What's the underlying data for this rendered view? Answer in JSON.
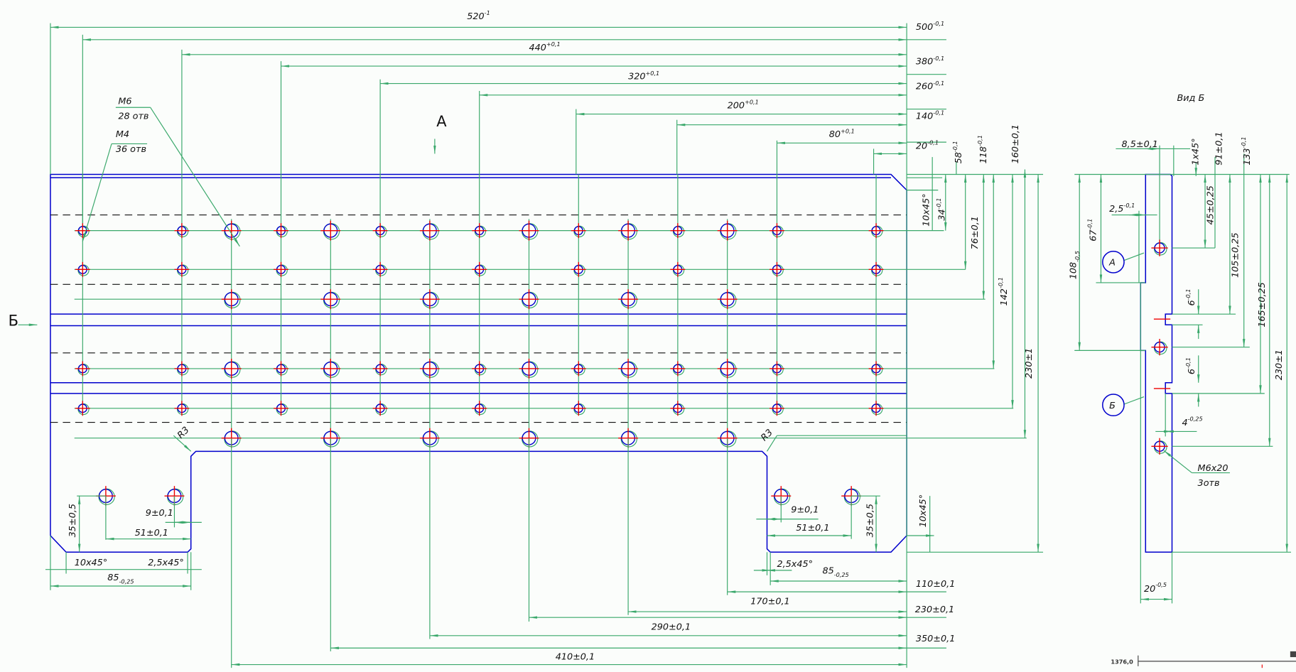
{
  "view_labels": {
    "section_a": "А",
    "view_b_arrow": "Б",
    "view_b_title": "Вид Б"
  },
  "callouts": {
    "m6_thread": "М6",
    "m6_count": "28 отв",
    "m4_thread": "М4",
    "m4_count": "36 отв",
    "m6x20_thread": "М6х20",
    "m6x20_count": "3отв",
    "detail_a": "А",
    "detail_b": "Б"
  },
  "top_dims": [
    {
      "value": "520",
      "tol": "-1"
    },
    {
      "value": "440",
      "tol": "+0,1"
    },
    {
      "value": "320",
      "tol": "+0,1"
    },
    {
      "value": "200",
      "tol": "+0,1"
    },
    {
      "value": "80",
      "tol": "+0,1"
    }
  ],
  "right_top_dims": [
    {
      "value": "500",
      "tol": "-0,1"
    },
    {
      "value": "380",
      "tol": "-0,1"
    },
    {
      "value": "260",
      "tol": "-0,1"
    },
    {
      "value": "140",
      "tol": "-0,1"
    },
    {
      "value": "20",
      "tol": "-0,1"
    }
  ],
  "vertical_dims": {
    "d58": {
      "value": "58",
      "tol": "-0,1"
    },
    "d118": {
      "value": "118",
      "tol": "-0,1"
    },
    "d160": "160±0,1",
    "d10x45": "10х45°",
    "d34": {
      "value": "34",
      "tol": "-0,1"
    },
    "d76": "76±0,1",
    "d142": {
      "value": "142",
      "tol": "-0,1"
    },
    "d230": "230±1",
    "d35_left": "35±0,5",
    "d35_right": "35±0,5",
    "d10x45_lower": "10х45°"
  },
  "bottom_dims": {
    "d9_left": "9±0,1",
    "d51_left": "51±0,1",
    "d10x45": "10х45°",
    "d25x45_left": "2,5х45°",
    "d85_left": {
      "value": "85",
      "tol": "-0,25"
    },
    "d9_right": "9±0,1",
    "d51_right": "51±0,1",
    "d25x45_right": "2,5х45°",
    "d85_right": {
      "value": "85",
      "tol": "-0,25"
    },
    "r3_left": "R3",
    "r3_right": "R3",
    "d110": "110±0,1",
    "d170": "170±0,1",
    "d230": "230±0,1",
    "d290": "290±0,1",
    "d350": "350±0,1",
    "d410": "410±0,1"
  },
  "view_b_dims": {
    "d85": "8,5±0,1",
    "d1x45": "1х45°",
    "d91": "91±0,1",
    "d133": {
      "value": "133",
      "tol": "-0,1"
    },
    "d25": {
      "value": "2,5",
      "tol": "-0,1"
    },
    "d67": {
      "value": "67",
      "tol": "-0,1"
    },
    "d108": {
      "value": "108",
      "tol": "-0,5"
    },
    "d45": "45±0,25",
    "d105": "105±0,25",
    "d165": "165±0,25",
    "d230": "230±1",
    "d6a": {
      "value": "6",
      "tol": "-0,1"
    },
    "d6b": {
      "value": "6",
      "tol": "-0,1"
    },
    "d4": {
      "value": "4",
      "tol": "-0,25"
    },
    "d20": {
      "value": "20",
      "tol": "-0,5"
    }
  },
  "holes": {
    "m4_columns": [
      100,
      220,
      340,
      460,
      580,
      700,
      820,
      940,
      1060
    ],
    "m4_rows": [
      279,
      326,
      446,
      494
    ],
    "m6_columns": [
      280,
      400,
      520,
      640,
      760,
      880
    ],
    "m6_rows": [
      279,
      362,
      446,
      530
    ],
    "view_b_holes": [
      300,
      420,
      540
    ]
  },
  "status_bar": {
    "coordinate": "1376,0"
  }
}
